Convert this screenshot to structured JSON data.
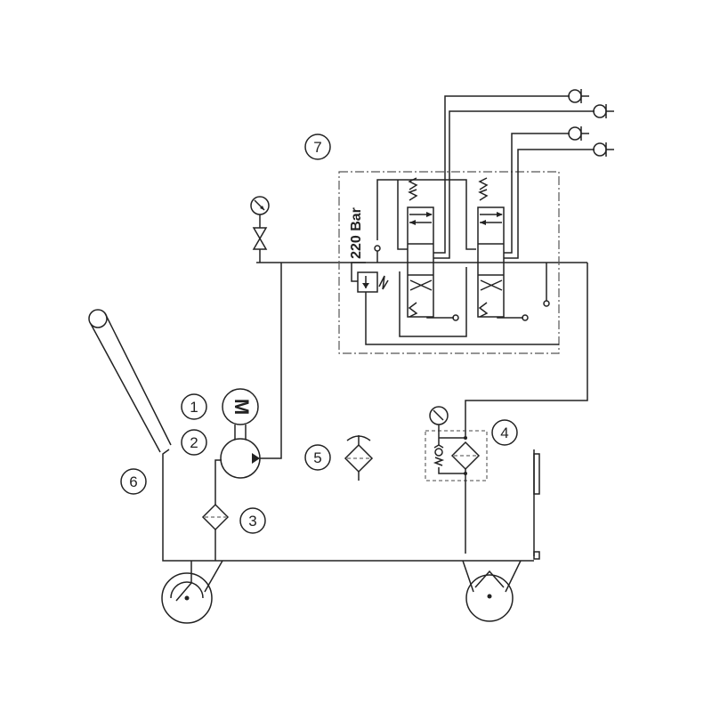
{
  "labels": {
    "l1": "1",
    "l2": "2",
    "l3": "3",
    "l4": "4",
    "l5": "5",
    "l6": "6",
    "l7": "7"
  },
  "relief_setting": "220 Bar",
  "motor_letter": "M",
  "colors": {
    "line": "#222222",
    "background": "#ffffff"
  }
}
